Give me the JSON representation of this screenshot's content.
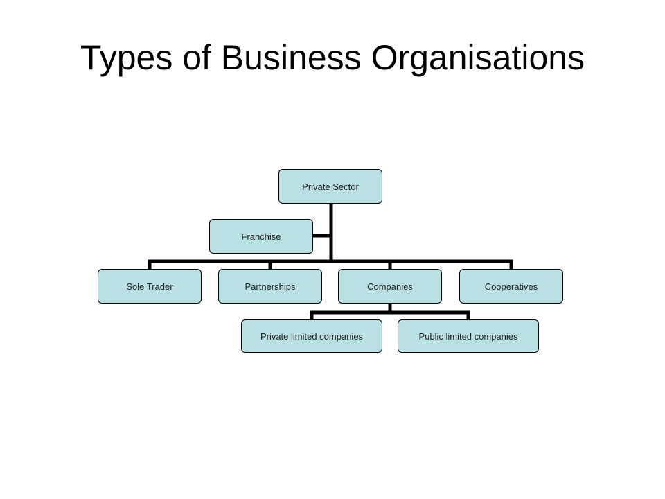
{
  "slide": {
    "title": "Types of Business Organisations"
  },
  "colors": {
    "node_fill": "#b9e0e3",
    "node_border": "#000000",
    "connector": "#000000"
  },
  "org_chart": {
    "root": {
      "label": "Private Sector"
    },
    "assistant": {
      "label": "Franchise"
    },
    "level1": [
      {
        "label": "Sole Trader"
      },
      {
        "label": "Partnerships"
      },
      {
        "label": "Companies"
      },
      {
        "label": "Cooperatives"
      }
    ],
    "companies_children": [
      {
        "label": "Private limited companies"
      },
      {
        "label": "Public limited companies"
      }
    ]
  }
}
